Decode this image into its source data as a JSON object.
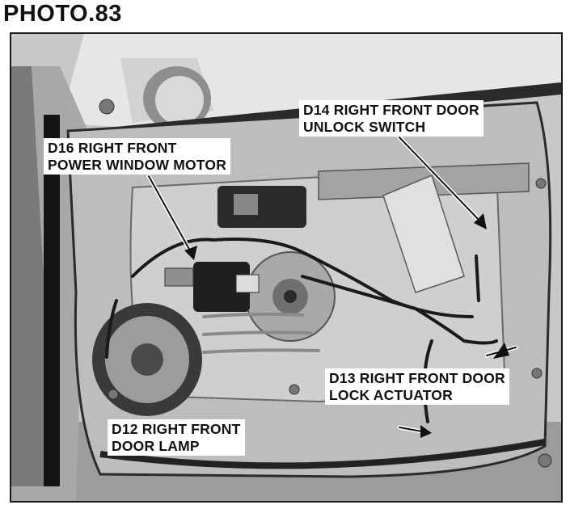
{
  "title": "PHOTO.83",
  "callouts": {
    "d14": {
      "line1": "D14 RIGHT FRONT DOOR",
      "line2": "UNLOCK SWITCH"
    },
    "d16": {
      "line1": "D16 RIGHT FRONT",
      "line2": "POWER WINDOW MOTOR"
    },
    "d13": {
      "line1": "D13 RIGHT FRONT DOOR",
      "line2": "LOCK ACTUATOR"
    },
    "d12": {
      "line1": "D12 RIGHT FRONT",
      "line2": "DOOR LAMP"
    }
  },
  "colors": {
    "text": "#111111",
    "label_background": "#ffffff",
    "photo_tone": "#b4b4b4"
  }
}
